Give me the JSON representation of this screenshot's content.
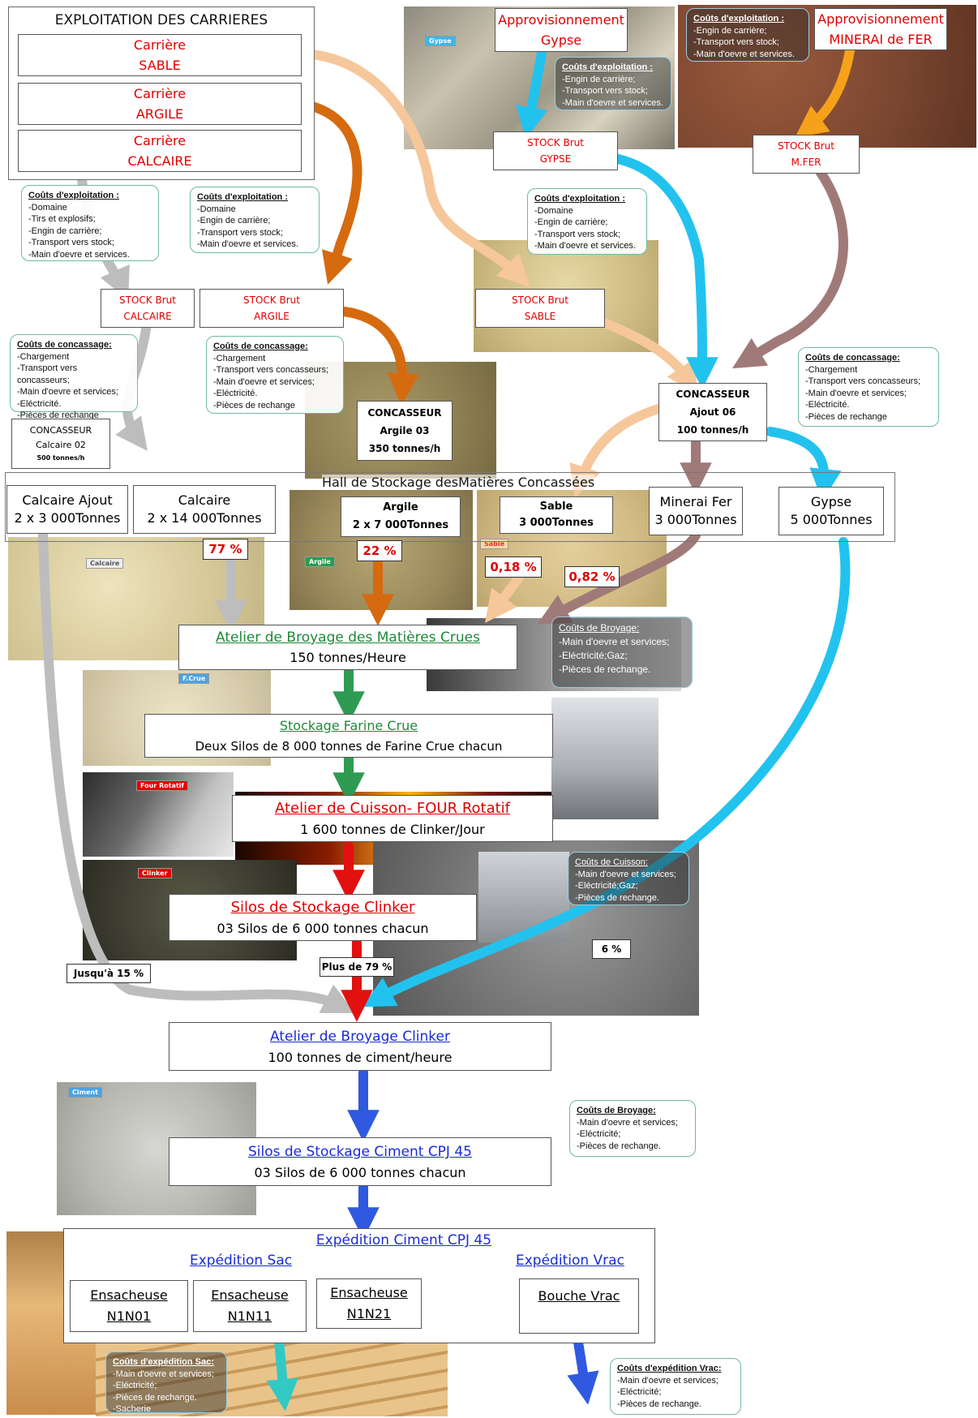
{
  "colors": {
    "sand": "#f6c79b",
    "clay": "#d66a0f",
    "cyan": "#22c2ef",
    "ore": "#a07a78",
    "gray": "#bdbdbd",
    "green": "#2f9b52",
    "red": "#e31010",
    "blue": "#2f59e0",
    "teal": "#32c9c4",
    "orange": "#f6a11a"
  },
  "quarries": {
    "title": "EXPLOITATION DES CARRIERES",
    "sable": [
      "Carrière",
      "SABLE"
    ],
    "argile": [
      "Carrière",
      "ARGILE"
    ],
    "calcaire": [
      "Carrière",
      "CALCAIRE"
    ]
  },
  "supply_gypse": [
    "Approvisionnement",
    "Gypse"
  ],
  "supply_fer": [
    "Approvisionnement",
    "MINERAI de FER"
  ],
  "photo_tags": {
    "gypse": "Gypse",
    "calcaire": "Calcaire",
    "argile": "Argile",
    "sable": "Sable",
    "fcrue": "F.Crue",
    "four": "Four Rotatif",
    "clinker": "Clinker",
    "ciment": "Ciment"
  },
  "stocks": {
    "gypse": [
      "STOCK Brut",
      "GYPSE"
    ],
    "fer": [
      "STOCK Brut",
      "M.FER"
    ],
    "calcaire": [
      "STOCK Brut",
      "CALCAIRE"
    ],
    "argile": [
      "STOCK Brut",
      "ARGILE"
    ],
    "sable": [
      "STOCK Brut",
      "SABLE"
    ]
  },
  "cost_exploitation_gypse": {
    "title": "Coûts d'exploitation :",
    "items": [
      "-Engin de carrière;",
      "-Transport vers stock;",
      "-Main d'oevre et services."
    ]
  },
  "cost_exploitation_fer": {
    "title": "Coûts d'exploitation :",
    "items": [
      "-Engin de carrière;",
      "-Transport vers stock;",
      "-Main d'oevre et services."
    ]
  },
  "cost_exploitation_calcaire": {
    "title": "Coûts d'exploitation :",
    "items": [
      "-Domaine",
      "-Tirs et explosifs;",
      "-Engin de carrière;",
      "-Transport vers stock;",
      "-Main d'oevre et services."
    ]
  },
  "cost_exploitation_argile": {
    "title": "Coûts d'exploitation :",
    "items": [
      "-Domaine",
      "-Engin de carrière;",
      "-Transport vers stock;",
      "-Main d'oevre et services."
    ]
  },
  "cost_exploitation_sable": {
    "title": "Coûts d'exploitation :",
    "items": [
      "-Domaine",
      "-Engin de carrière;",
      "-Transport vers stock;",
      "-Main d'oevre et services."
    ]
  },
  "cost_concassage_left": {
    "title": "Coûts de concassage:",
    "items": [
      "-Chargement",
      "-Transport vers concasseurs;",
      "-Main d'oevre et services;",
      "-Eléctricité.",
      "-Pièces de rechange"
    ]
  },
  "cost_concassage_mid": {
    "title": "Coûts de concassage:",
    "items": [
      "-Chargement",
      "-Transport vers concasseurs;",
      "-Main d'oevre et services;",
      "-Eléctricité.",
      "-Pièces de rechange"
    ]
  },
  "cost_concassage_right": {
    "title": "Coûts de concassage:",
    "items": [
      "-Chargement",
      "-Transport vers concasseurs;",
      "-Main d'oevre et services;",
      "-Eléctricité.",
      "-Pièces de rechange"
    ]
  },
  "crushers": {
    "calcaire": [
      "CONCASSEUR",
      "Calcaire 02",
      "500 tonnes/h"
    ],
    "argile": [
      "CONCASSEUR",
      "Argile 03",
      "350 tonnes/h"
    ],
    "ajout": [
      "CONCASSEUR",
      "Ajout 06",
      "100 tonnes/h"
    ]
  },
  "hall_title": "Hall de Stockage desMatières Concassées",
  "hall": {
    "calcaire_ajout": [
      "Calcaire Ajout",
      "2 x 3 000Tonnes"
    ],
    "calcaire": [
      "Calcaire",
      "2 x 14 000Tonnes"
    ],
    "argile": [
      "Argile",
      "2 x 7 000Tonnes"
    ],
    "sable": [
      "Sable",
      "3 000Tonnes"
    ],
    "minerai": [
      "Minerai Fer",
      "3 000Tonnes"
    ],
    "gypse": [
      "Gypse",
      "5 000Tonnes"
    ]
  },
  "percentages": {
    "calcaire": "77 %",
    "argile": "22 %",
    "sable": "0,18 %",
    "fer": "0,82 %",
    "ajout": "Jusqu'à 15 %",
    "clinker": "Plus de 79 %",
    "gypse": "6 %"
  },
  "broyage_crue": {
    "title": "Atelier de Broyage des Matières Crues",
    "sub": "150 tonnes/Heure"
  },
  "cost_broyage_crue": {
    "title": "Coûts de Broyage:",
    "items": [
      "-Main d'oevre et services;",
      "-Eléctricité;Gaz;",
      "-Pièces de rechange."
    ]
  },
  "stockage_farine": {
    "title": "Stockage Farine Crue",
    "sub": "Deux Silos de 8 000 tonnes de Farine Crue chacun"
  },
  "cuisson": {
    "title": "Atelier de Cuisson- FOUR Rotatif",
    "sub": "1 600 tonnes de Clinker/Jour"
  },
  "cost_cuisson": {
    "title": "Coûts de Cuisson:",
    "items": [
      "-Main d'oevre et services;",
      "-Eléctricité;Gaz;",
      "-Pièces de rechange."
    ]
  },
  "silos_clinker": {
    "title": "Silos de Stockage Clinker",
    "sub": "03 Silos de 6 000 tonnes chacun"
  },
  "broyage_clinker": {
    "title": "Atelier de Broyage Clinker",
    "sub": "100 tonnes de ciment/heure"
  },
  "cost_broyage_clinker": {
    "title": "Coûts de Broyage:",
    "items": [
      "-Main d'oevre et services;",
      "-Eléctricité;",
      "-Pièces de rechange."
    ]
  },
  "silos_ciment": {
    "title": "Silos de Stockage Ciment CPJ 45",
    "sub": "03 Silos de 6 000 tonnes chacun"
  },
  "expedition": {
    "title": "Expédition Ciment CPJ 45",
    "sac_title": "Expédition Sac",
    "vrac_title": "Expédition Vrac",
    "ensacheuses": [
      [
        "Ensacheuse",
        "N1N01"
      ],
      [
        "Ensacheuse",
        "N1N11"
      ],
      [
        "Ensacheuse",
        "N1N21"
      ]
    ],
    "vrac": "Bouche Vrac"
  },
  "cost_expedition_sac": {
    "title": "Coûts d'expédition Sac:",
    "items": [
      "-Main d'oevre et services;",
      "-Eléctricité;",
      "-Pièces de rechange.",
      "-Sacherie"
    ]
  },
  "cost_expedition_vrac": {
    "title": "Coûts d'expédition Vrac:",
    "items": [
      "-Main d'oevre et services;",
      "-Eléctricité;",
      "-Pièces de rechange."
    ]
  }
}
